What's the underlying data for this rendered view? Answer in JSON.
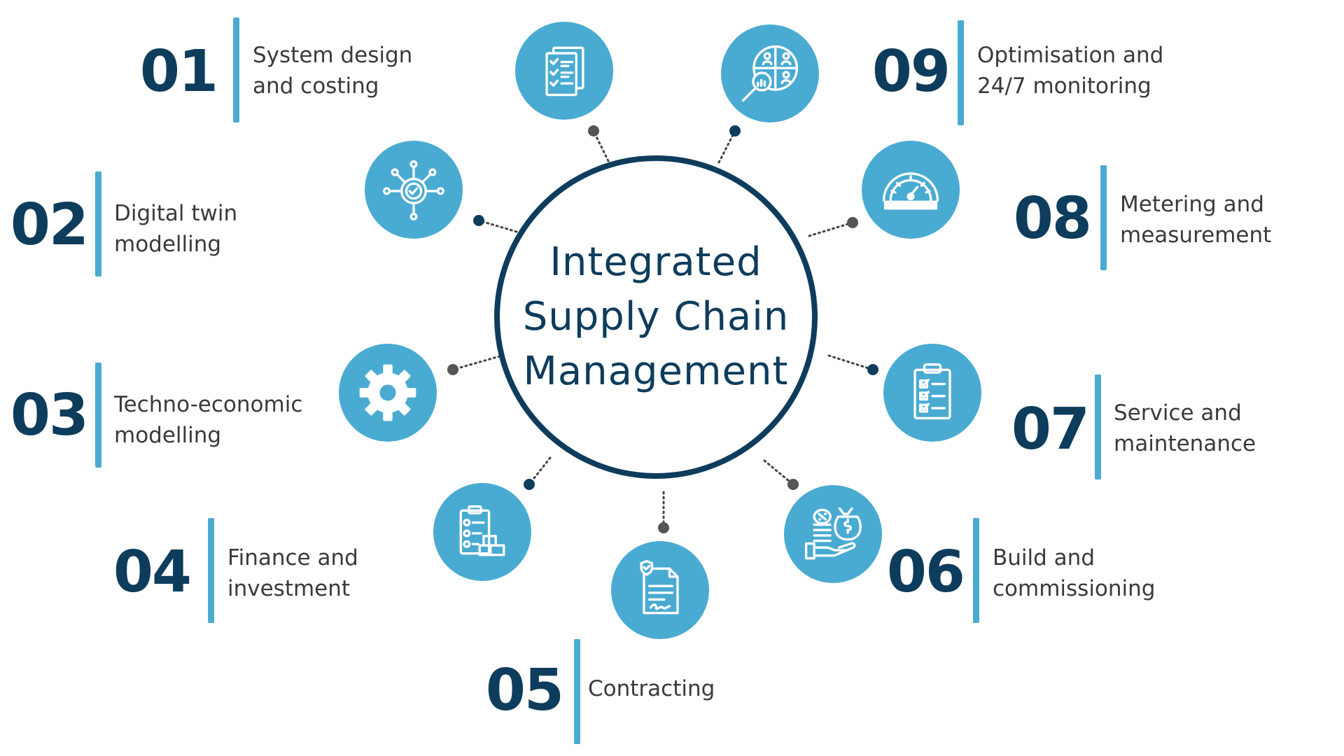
{
  "center": {
    "title": "Integrated\nSupply Chain\nManagement"
  },
  "steps": [
    {
      "number": "01",
      "line1": "System design",
      "line2": "and costing",
      "icon": "checklist-documents-icon"
    },
    {
      "number": "02",
      "line1": "Digital twin",
      "line2": "modelling",
      "icon": "network-gear-check-icon"
    },
    {
      "number": "03",
      "line1": "Techno-economic",
      "line2": "modelling",
      "icon": "gear-icon"
    },
    {
      "number": "04",
      "line1": "Finance and",
      "line2": "investment",
      "icon": "clipboard-boxes-icon"
    },
    {
      "number": "05",
      "line1": "Contracting",
      "line2": "",
      "icon": "signed-contract-icon"
    },
    {
      "number": "06",
      "line1": "Build and",
      "line2": "commissioning",
      "icon": "hand-money-bag-icon"
    },
    {
      "number": "07",
      "line1": "Service and",
      "line2": "maintenance",
      "icon": "checklist-clipboard-icon"
    },
    {
      "number": "08",
      "line1": "Metering and",
      "line2": "measurement",
      "icon": "gauge-meter-icon"
    },
    {
      "number": "09",
      "line1": "Optimisation and",
      "line2": "24/7 monitoring",
      "icon": "magnifier-analytics-icon"
    }
  ],
  "colors": {
    "accent": "#4aabd2",
    "navy": "#0e3c5c",
    "text": "#3a3a3a",
    "dot_gray": "#555555"
  }
}
